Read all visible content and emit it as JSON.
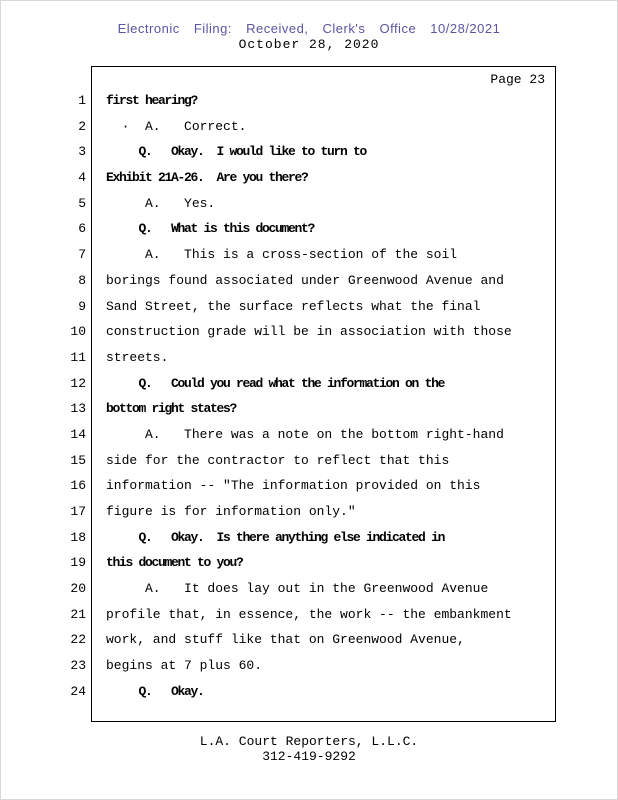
{
  "header": {
    "efiling_line": "Electronic Filing: Received, Clerk's Office 10/28/2021",
    "date_line": "October 28, 2020"
  },
  "page": {
    "label": "Page 23"
  },
  "transcript": {
    "lines": [
      {
        "n": "1",
        "bold": true,
        "text": "first hearing?"
      },
      {
        "n": "2",
        "bold": false,
        "text": "  ·  A.   Correct."
      },
      {
        "n": "3",
        "bold": true,
        "text": "     Q.   Okay.  I would like to turn to"
      },
      {
        "n": "4",
        "bold": true,
        "text": "Exhibit 21A-26.  Are you there?"
      },
      {
        "n": "5",
        "bold": false,
        "text": "     A.   Yes."
      },
      {
        "n": "6",
        "bold": true,
        "text": "     Q.   What is this document?"
      },
      {
        "n": "7",
        "bold": false,
        "text": "     A.   This is a cross-section of the soil"
      },
      {
        "n": "8",
        "bold": false,
        "text": "borings found associated under Greenwood Avenue and"
      },
      {
        "n": "9",
        "bold": false,
        "text": "Sand Street, the surface reflects what the final"
      },
      {
        "n": "10",
        "bold": false,
        "text": "construction grade will be in association with those"
      },
      {
        "n": "11",
        "bold": false,
        "text": "streets."
      },
      {
        "n": "12",
        "bold": true,
        "text": "     Q.   Could you read what the information on the"
      },
      {
        "n": "13",
        "bold": true,
        "text": "bottom right states?"
      },
      {
        "n": "14",
        "bold": false,
        "text": "     A.   There was a note on the bottom right-hand"
      },
      {
        "n": "15",
        "bold": false,
        "text": "side for the contractor to reflect that this"
      },
      {
        "n": "16",
        "bold": false,
        "text": "information -- \"The information provided on this"
      },
      {
        "n": "17",
        "bold": false,
        "text": "figure is for information only.\""
      },
      {
        "n": "18",
        "bold": true,
        "text": "     Q.   Okay.  Is there anything else indicated in"
      },
      {
        "n": "19",
        "bold": true,
        "text": "this document to you?"
      },
      {
        "n": "20",
        "bold": false,
        "text": "     A.   It does lay out in the Greenwood Avenue"
      },
      {
        "n": "21",
        "bold": false,
        "text": "profile that, in essence, the work -- the embankment"
      },
      {
        "n": "22",
        "bold": false,
        "text": "work, and stuff like that on Greenwood Avenue,"
      },
      {
        "n": "23",
        "bold": false,
        "text": "begins at 7 plus 60."
      },
      {
        "n": "24",
        "bold": true,
        "text": "     Q.   Okay."
      }
    ]
  },
  "footer": {
    "company": "L.A. Court Reporters, L.L.C.",
    "phone": "312-419-9292"
  },
  "colors": {
    "efiling_text": "#5a55a0"
  }
}
